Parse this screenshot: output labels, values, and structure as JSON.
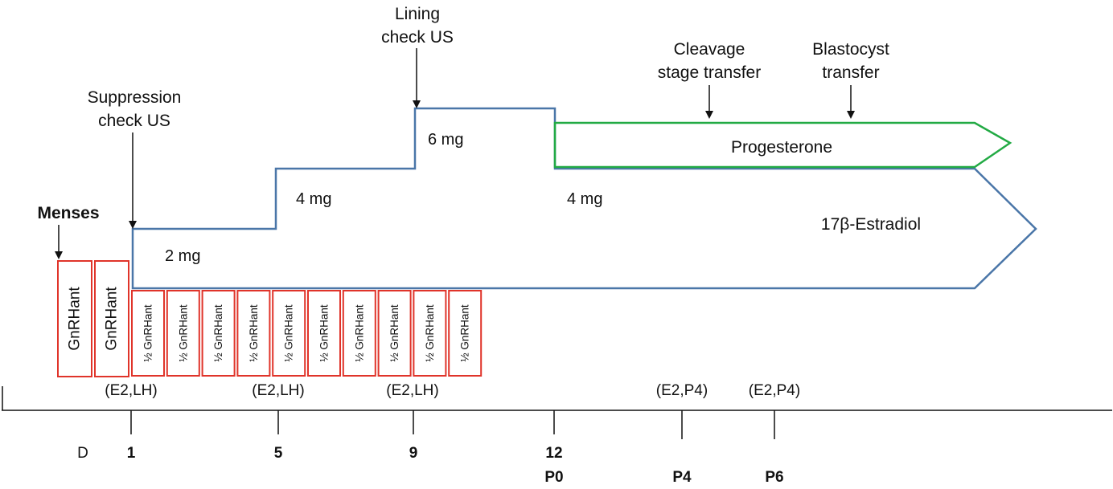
{
  "colors": {
    "estradiol_stroke": "#4a76a8",
    "progesterone_stroke": "#22aa44",
    "gnrh_stroke": "#e0342a",
    "text": "#111111"
  },
  "annotations": {
    "menses": "Menses",
    "suppression_line1": "Suppression",
    "suppression_line2": "check US",
    "lining_line1": "Lining",
    "lining_line2": "check US",
    "cleavage_line1": "Cleavage",
    "cleavage_line2": "stage transfer",
    "blastocyst_line1": "Blastocyst",
    "blastocyst_line2": "transfer"
  },
  "doses": {
    "d2": "2 mg",
    "d4a": "4 mg",
    "d6": "6 mg",
    "d4b": "4 mg"
  },
  "arrows": {
    "progesterone": "Progesterone",
    "estradiol": "17β-Estradiol"
  },
  "gnrh": {
    "full": [
      "GnRHant",
      "GnRHant"
    ],
    "half": [
      "½ GnRHant",
      "½ GnRHant",
      "½ GnRHant",
      "½ GnRHant",
      "½ GnRHant",
      "½ GnRHant",
      "½ GnRHant",
      "½ GnRHant",
      "½ GnRHant",
      "½ GnRHant"
    ]
  },
  "labs": {
    "l1": "(E2,LH)",
    "l2": "(E2,LH)",
    "l3": "(E2,LH)",
    "l4": "(E2,P4)",
    "l5": "(E2,P4)"
  },
  "timeline": {
    "prefix": "D",
    "days": [
      "1",
      "5",
      "9",
      "12"
    ],
    "p_labels": [
      "P0",
      "P4",
      "P6"
    ]
  }
}
